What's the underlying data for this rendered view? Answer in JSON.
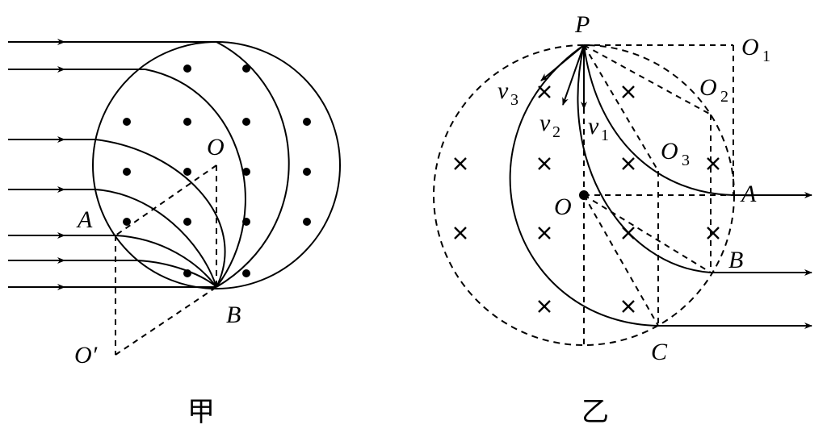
{
  "figure_a": {
    "caption": "甲",
    "labels": {
      "center": "O",
      "point_a": "A",
      "point_b": "B",
      "center_prime": "O′"
    }
  },
  "figure_b": {
    "caption": "乙",
    "labels": {
      "point_p": "P",
      "center_o1": "O",
      "sub_1": "1",
      "center_o2": "O",
      "sub_2": "2",
      "center_o3": "O",
      "sub_3": "3",
      "center": "O",
      "point_a": "A",
      "point_b": "B",
      "point_c": "C",
      "v1": "v",
      "v1_sub": "1",
      "v2": "v",
      "v2_sub": "2",
      "v3": "v",
      "v3_sub": "3"
    }
  },
  "colors": {
    "ink": "#000000",
    "background": "#ffffff"
  }
}
